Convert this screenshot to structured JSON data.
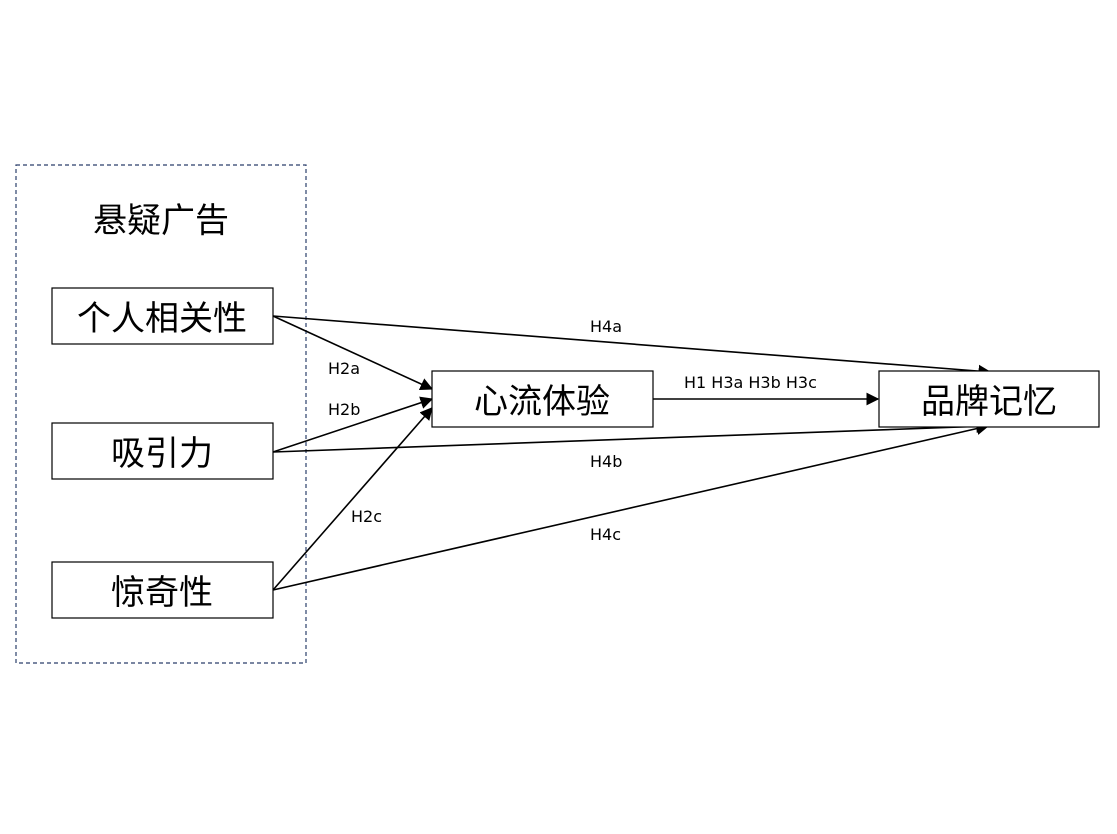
{
  "group": {
    "label": "悬疑广告"
  },
  "nodes": {
    "personal_relevance": "个人相关性",
    "attraction": "吸引力",
    "surprise": "惊奇性",
    "flow": "心流体验",
    "brand_memory": "品牌记忆"
  },
  "edges": {
    "h2a": "H2a",
    "h2b": "H2b",
    "h2c": "H2c",
    "h4a": "H4a",
    "h4b": "H4b",
    "h4c": "H4c",
    "main": "H1 H3a H3b H3c"
  },
  "colors": {
    "line": "#000000",
    "group_border": "#2b3f6b"
  }
}
